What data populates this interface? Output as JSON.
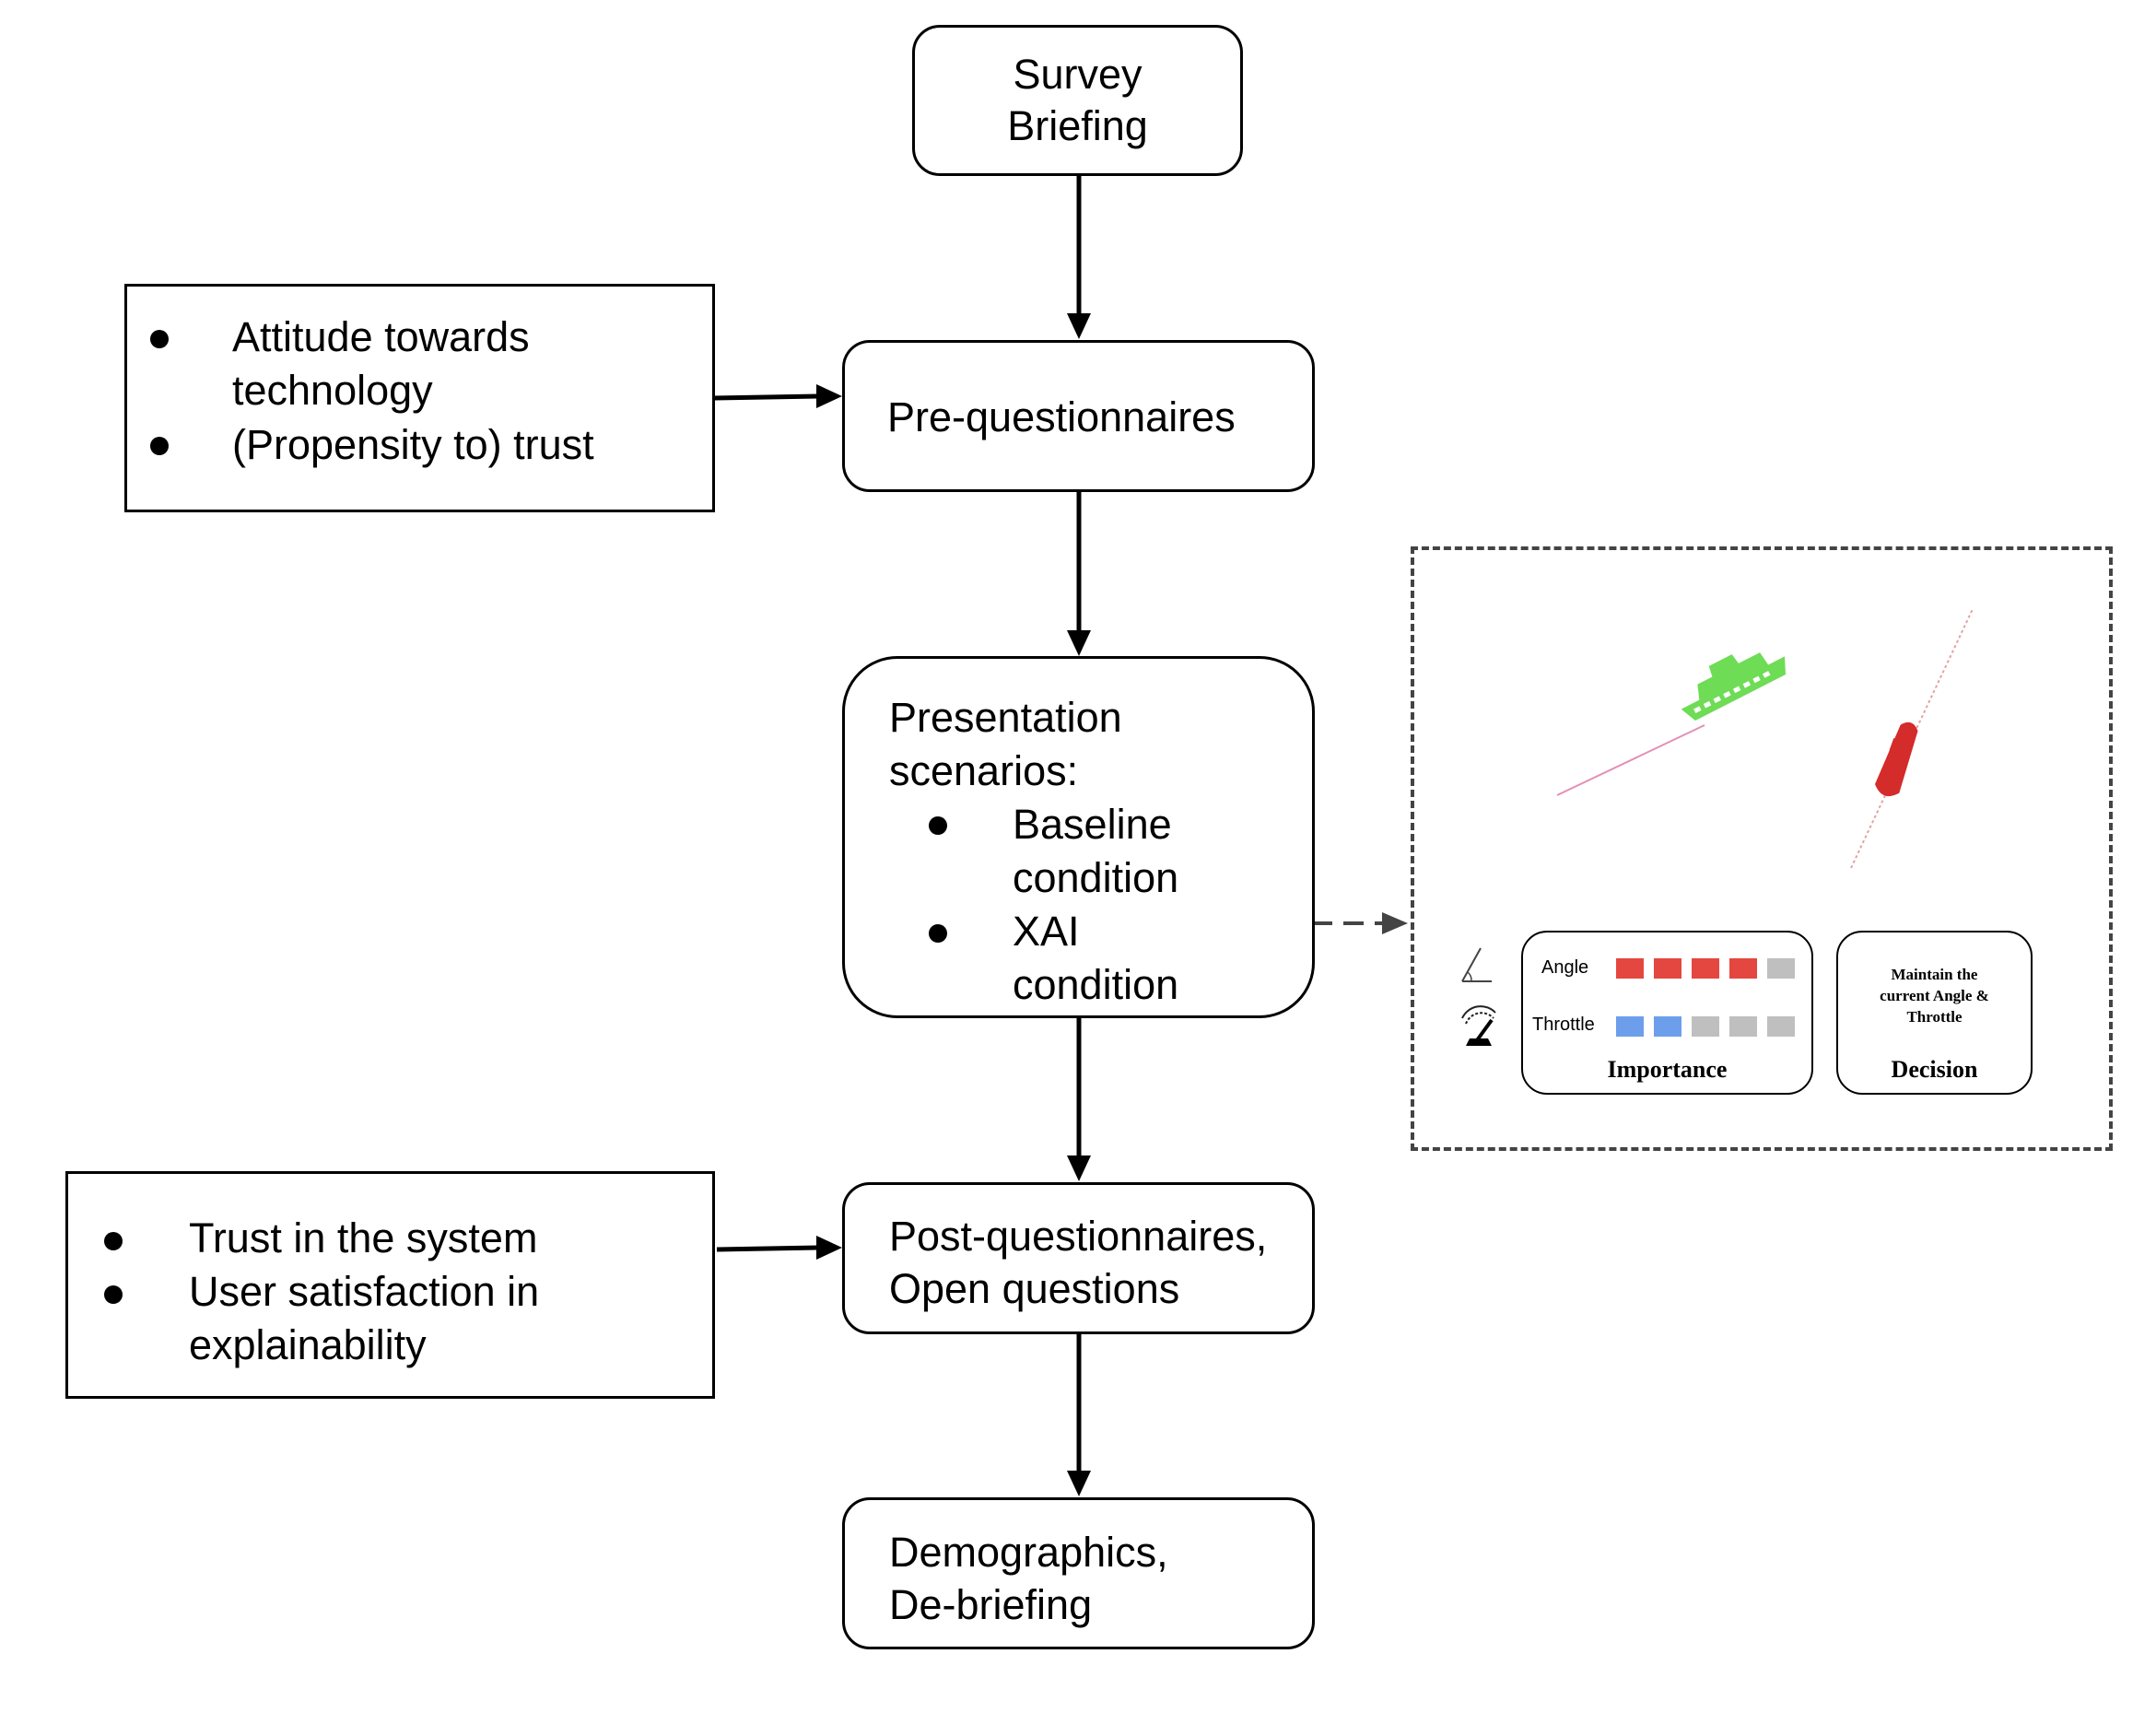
{
  "nodes": {
    "survey_briefing": [
      "Survey",
      "Briefing"
    ],
    "pre_questionnaires": "Pre-questionnaires",
    "presentation": {
      "lines": [
        "Presentation",
        "scenarios:"
      ],
      "bullets": [
        [
          "Baseline",
          "condition"
        ],
        [
          "XAI",
          "condition"
        ]
      ]
    },
    "post_questionnaires": [
      "Post-questionnaires,",
      "Open questions"
    ],
    "demographics": [
      "Demographics,",
      "De-briefing"
    ]
  },
  "pre_notes": {
    "bullets": [
      [
        "Attitude towards",
        "technology"
      ],
      [
        "(Propensity to) trust"
      ]
    ]
  },
  "post_notes": {
    "bullets": [
      [
        "Trust in the system"
      ],
      [
        "User satisfaction in",
        "explainability"
      ]
    ]
  },
  "xai_panel": {
    "angle_label": "Angle",
    "throttle_label": "Throttle",
    "importance_title": "Importance",
    "angle_cells": [
      "#e4473f",
      "#e4473f",
      "#e4473f",
      "#e4473f",
      "#bfbfbf"
    ],
    "throttle_cells": [
      "#6d9eeb",
      "#6d9eeb",
      "#bfbfbf",
      "#bfbfbf",
      "#bfbfbf"
    ],
    "decision_text": [
      "Maintain the",
      "current Angle &",
      "Throttle"
    ],
    "decision_title": "Decision",
    "green_ship_color": "#6edc55",
    "red_boat_color": "#d42b2b",
    "icons": [
      "angle-icon",
      "throttle-gauge-icon",
      "ship-icon",
      "boat-icon"
    ]
  }
}
